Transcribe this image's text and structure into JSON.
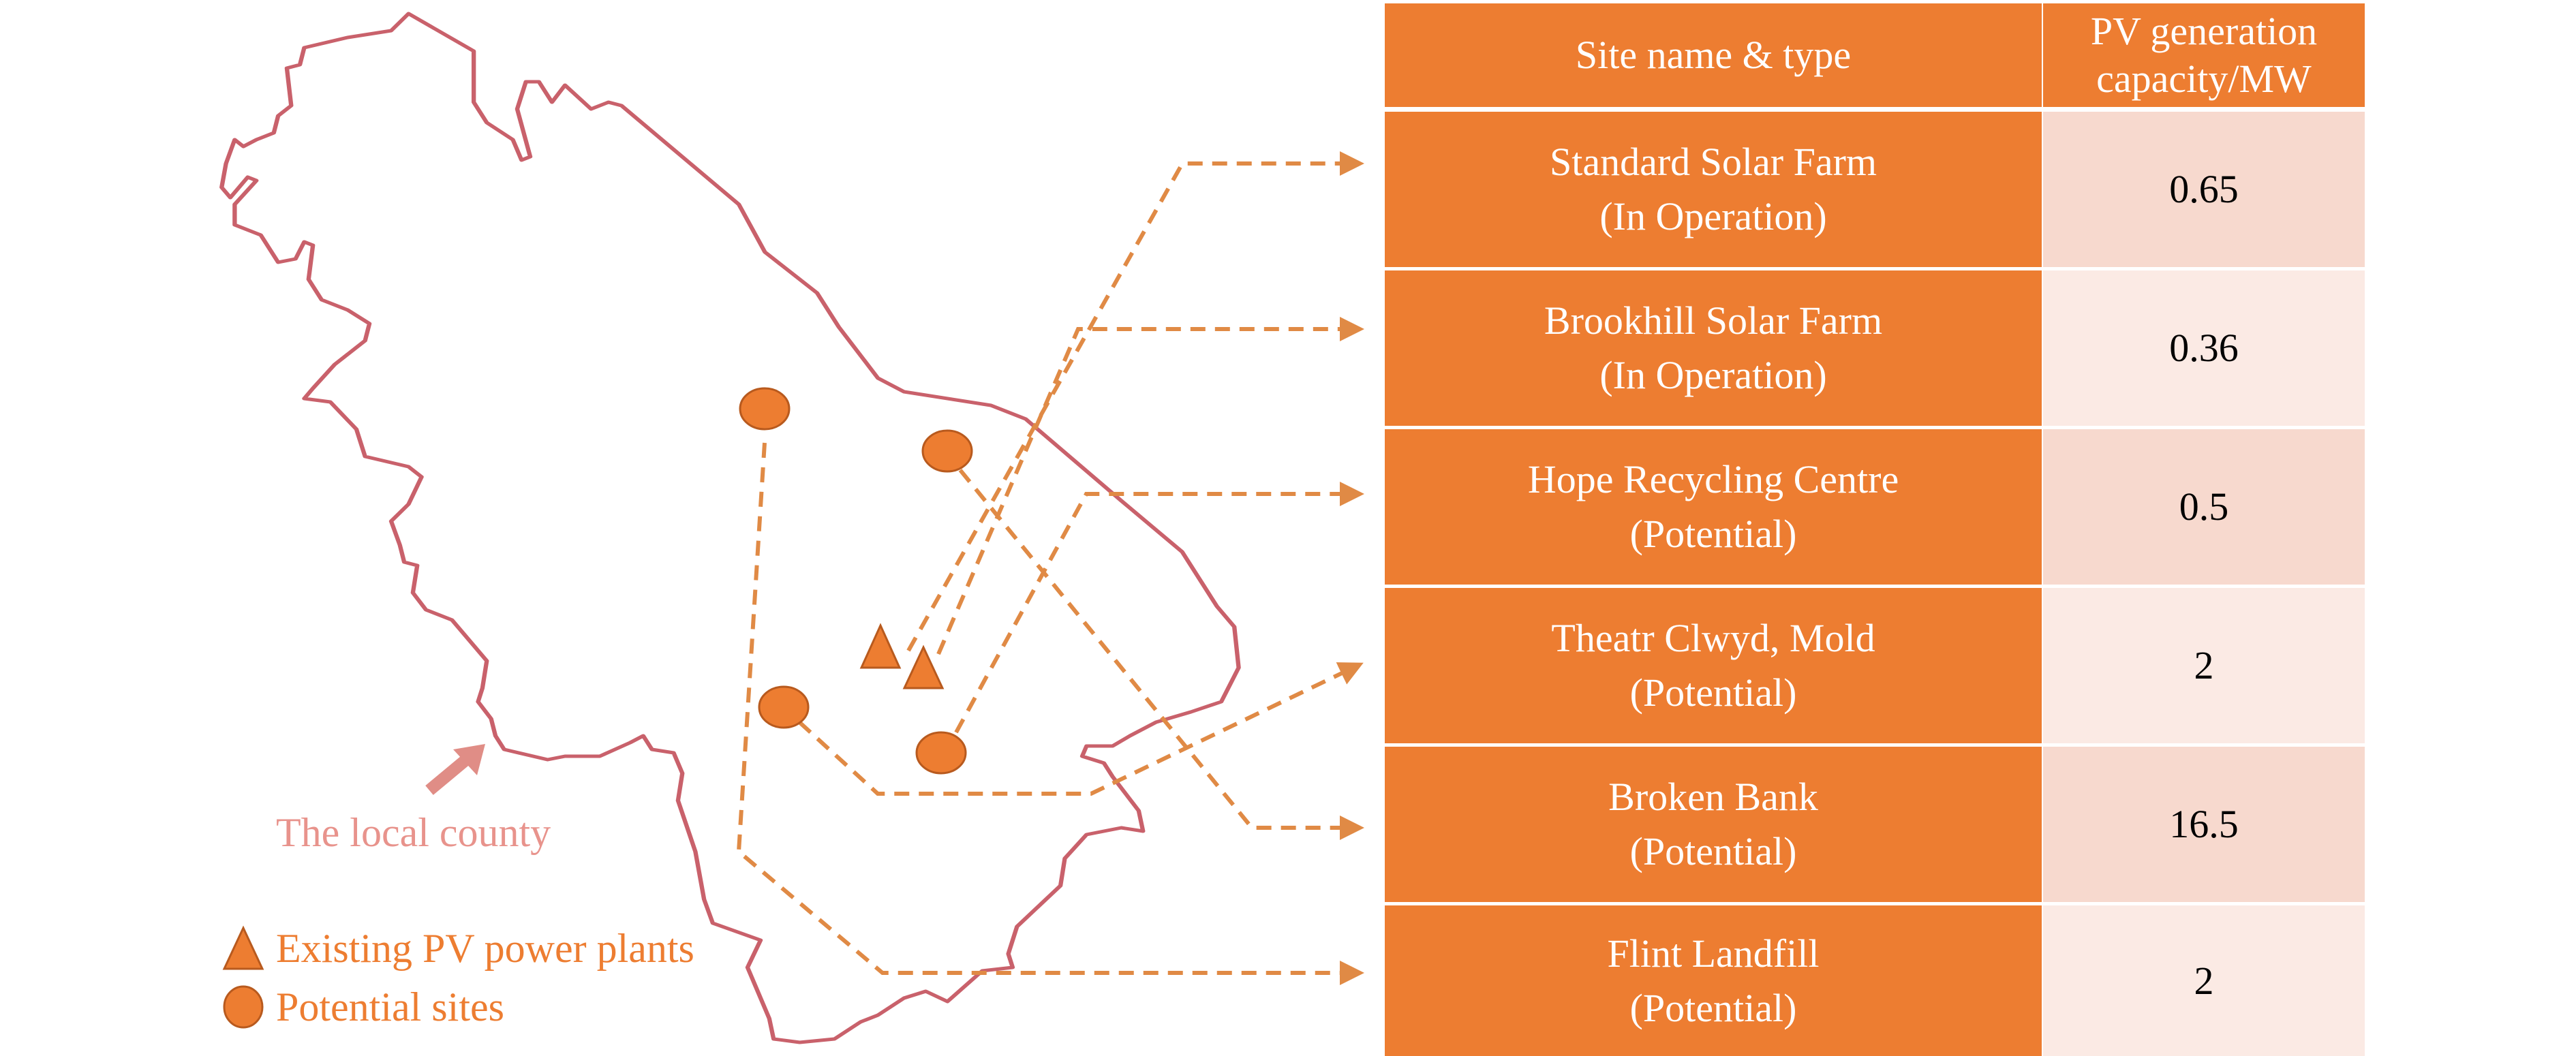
{
  "map": {
    "county_label": "The local county",
    "legend": [
      {
        "symbol": "triangle",
        "label": "Existing PV power plants"
      },
      {
        "symbol": "circle",
        "label": "Potential sites"
      }
    ],
    "colors": {
      "outline": "#C9616B",
      "marker": "#ED7D31",
      "dash": "#E08A45",
      "county_label": "#E8938C"
    }
  },
  "table": {
    "headers": [
      "Site name & type",
      "PV generation",
      "capacity/MW"
    ],
    "rows": [
      {
        "name": "Standard Solar Farm",
        "type": "(In Operation)",
        "capacity": "0.65"
      },
      {
        "name": "Brookhill Solar Farm",
        "type": "(In Operation)",
        "capacity": "0.36"
      },
      {
        "name": "Hope Recycling Centre",
        "type": "(Potential)",
        "capacity": "0.5"
      },
      {
        "name": "Theatr Clwyd, Mold",
        "type": "(Potential)",
        "capacity": "2"
      },
      {
        "name": "Broken Bank",
        "type": "(Potential)",
        "capacity": "16.5"
      },
      {
        "name": "Flint Landfill",
        "type": "(Potential)",
        "capacity": "2"
      }
    ]
  }
}
